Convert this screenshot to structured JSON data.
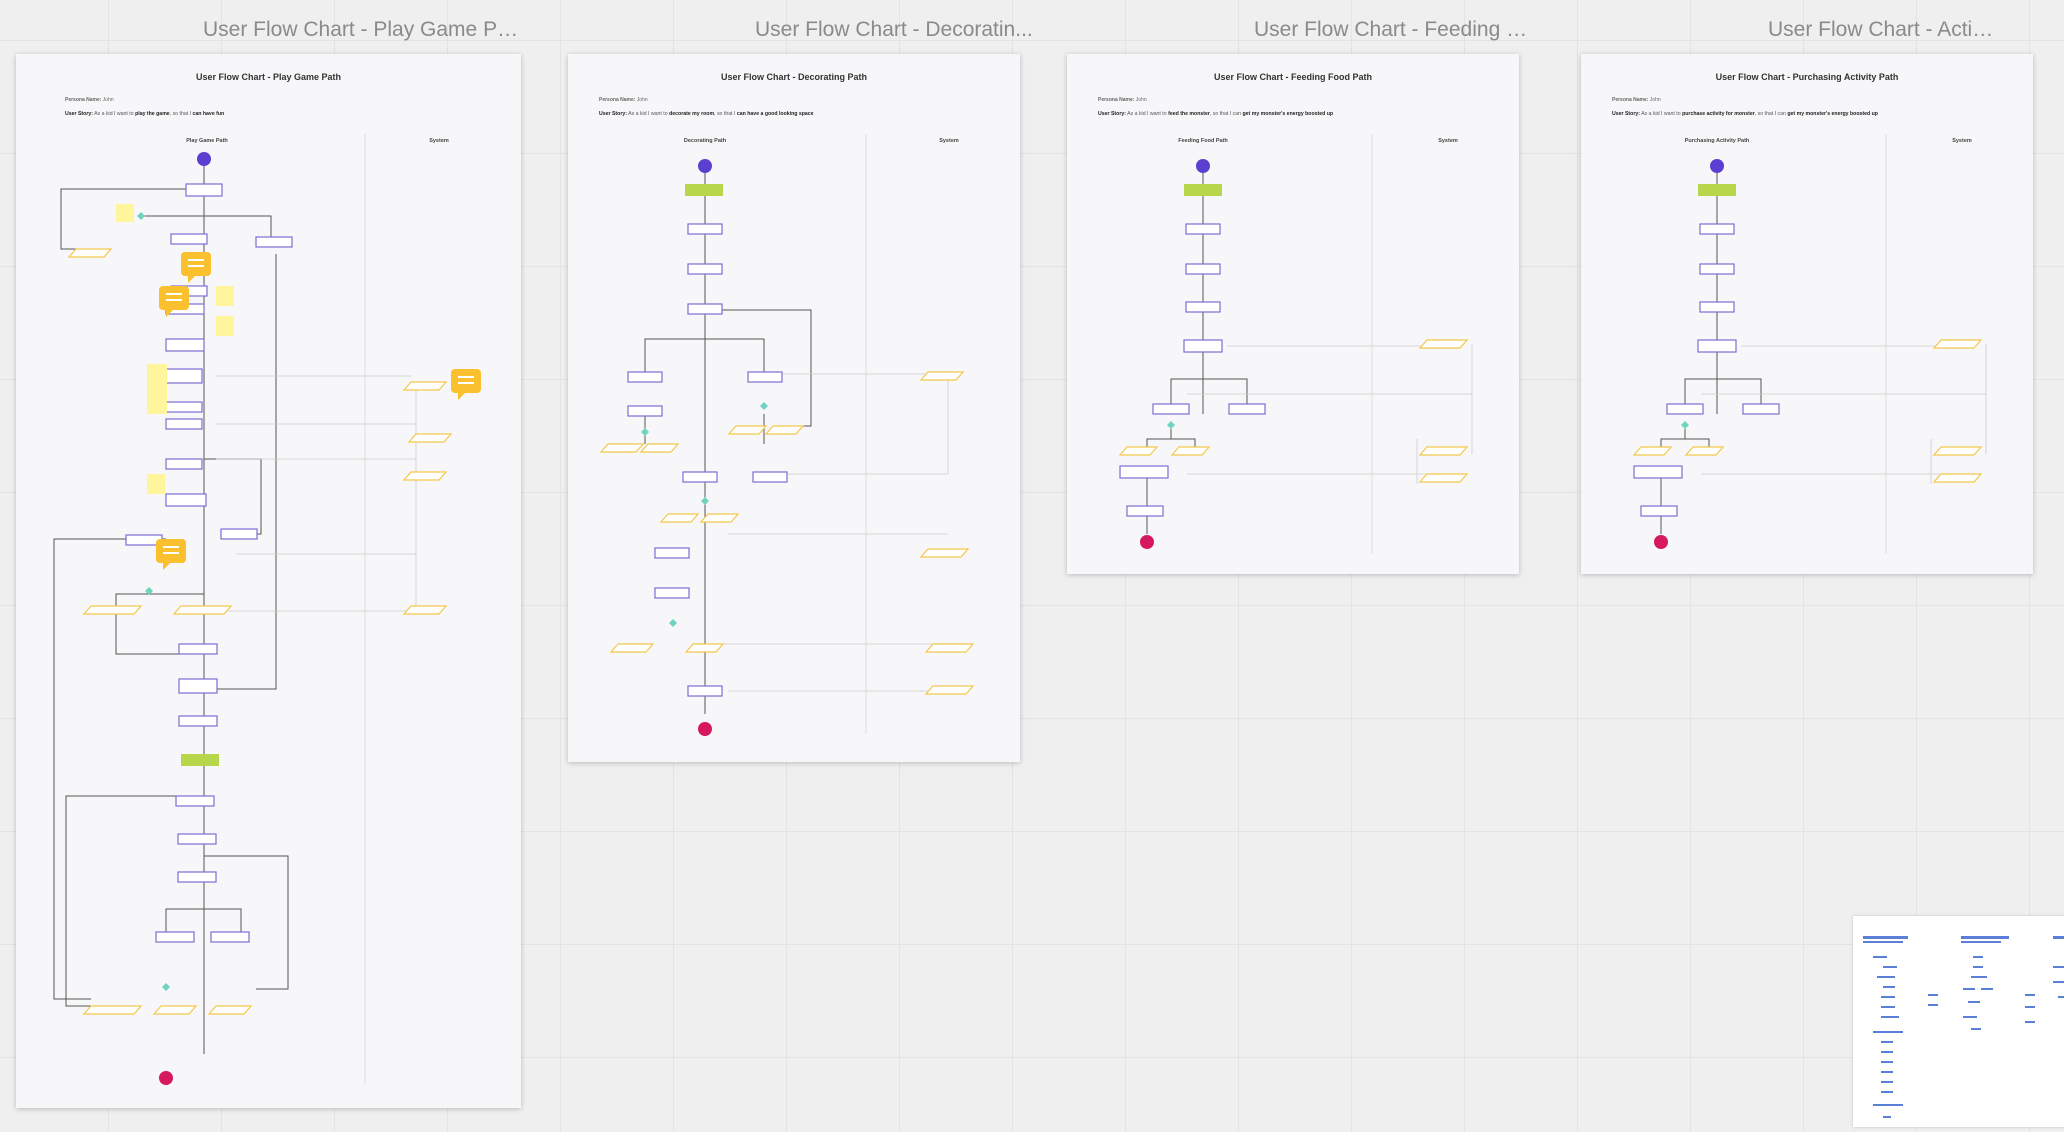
{
  "board_titles": [
    "User Flow Chart - Play Game Path",
    "User Flow Chart - Decoratin...",
    "User Flow Chart - Feeding F...",
    "User Flow Chart - Activity"
  ],
  "frames": [
    {
      "title": "User Flow Chart - Play Game Path",
      "persona_label": "Persona Name:",
      "persona_value": "John",
      "story_label": "User Story:",
      "story_text": "As a kid I want to",
      "story_goal": "play the game",
      "story_so": ", so that I",
      "story_benefit": "can have fun",
      "col_path": "Play Game Path",
      "col_system": "System"
    },
    {
      "title": "User Flow Chart - Decorating Path",
      "persona_label": "Persona Name:",
      "persona_value": "John",
      "story_label": "User Story:",
      "story_text": "As a kid I want to",
      "story_goal": "decorate my room",
      "story_so": ", so that I",
      "story_benefit": "can have a good looking space",
      "col_path": "Decorating Path",
      "col_system": "System"
    },
    {
      "title": "User Flow Chart - Feeding Food Path",
      "persona_label": "Persona Name:",
      "persona_value": "John",
      "story_label": "User Story:",
      "story_text": "As a kid I want to",
      "story_goal": "feed the monster",
      "story_so": ", so that I can",
      "story_benefit": "get my monster's energy boosted up",
      "col_path": "Feeding Food Path",
      "col_system": "System"
    },
    {
      "title": "User Flow Chart - Purchasing Activity Path",
      "persona_label": "Persona Name:",
      "persona_value": "John",
      "story_label": "User Story:",
      "story_text": "As a kid I want to",
      "story_goal": "purchase activity for monster",
      "story_so": ", so that I can",
      "story_benefit": "get my monster's energy boosted up",
      "col_path": "Purchasing Activity Path",
      "col_system": "System"
    }
  ],
  "colors": {
    "canvas": "#efefef",
    "frame": "#f7f7f9",
    "process_border": "#7b6fd6",
    "decision_yellow": "#f3c84b",
    "start_node": "#5b3fd1",
    "end_node": "#d6195e",
    "green_step": "#b8d64c",
    "comment_bubble": "#fbc02d",
    "sticky_note": "#fff59d",
    "diamond": "#6fd3c0",
    "minimap_mark": "#5b7fd6"
  },
  "icons": {
    "comment": "speech-bubble-icon",
    "start": "start-circle-icon",
    "end": "end-circle-icon"
  }
}
